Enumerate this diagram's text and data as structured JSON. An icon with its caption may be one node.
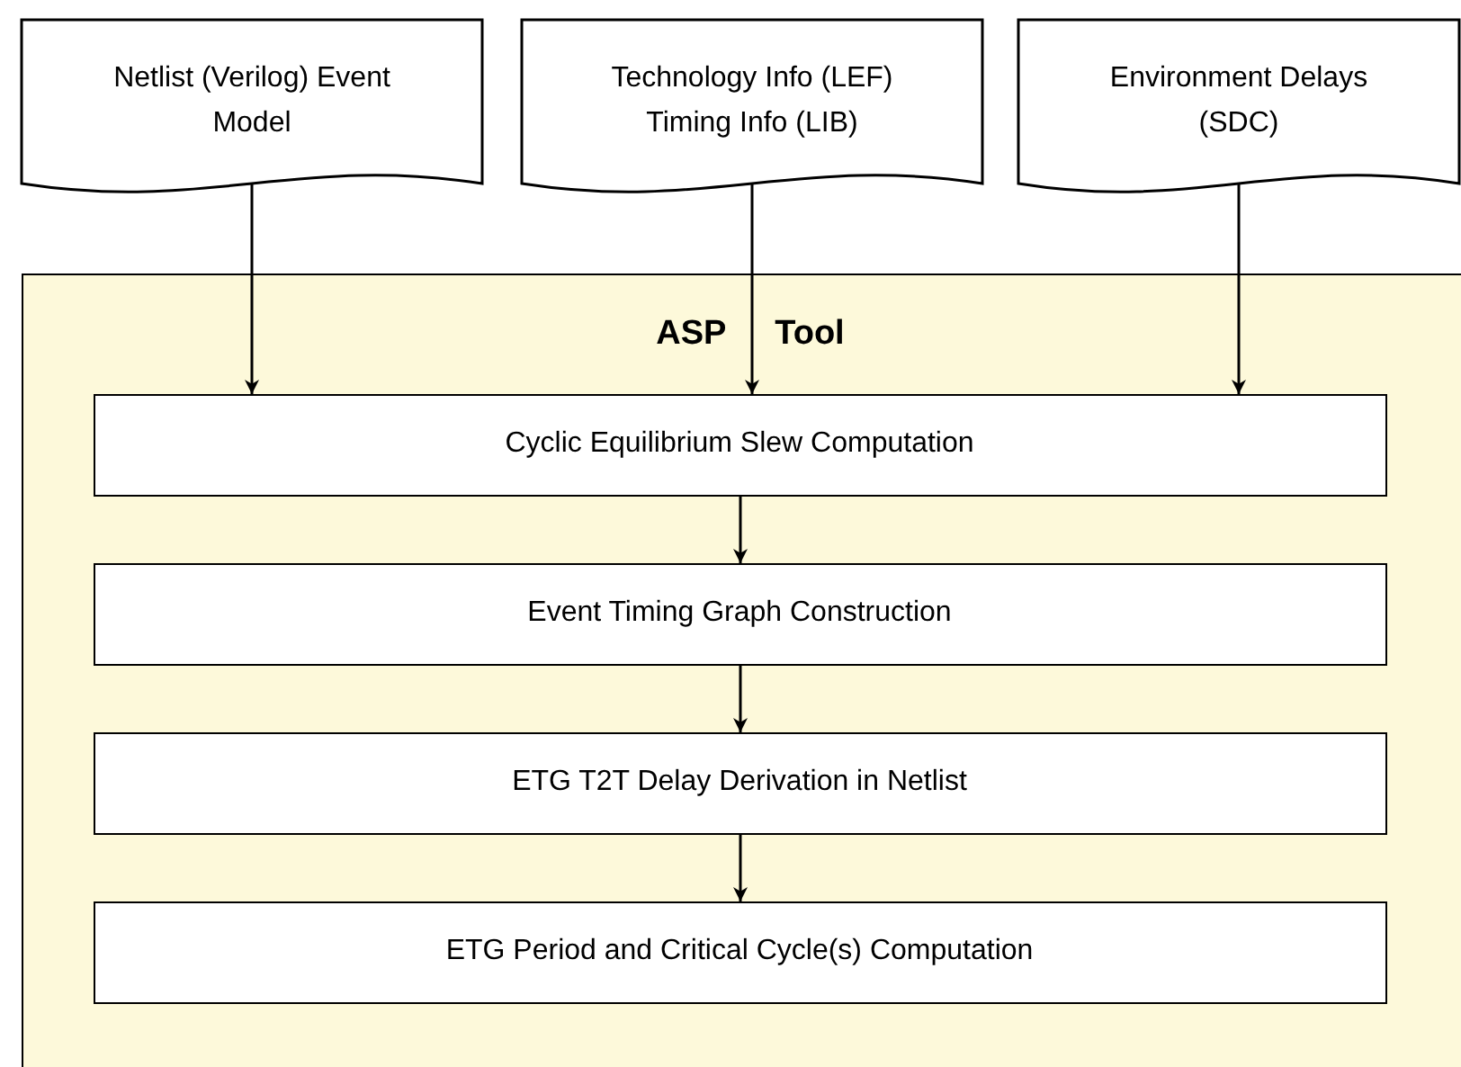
{
  "diagram": {
    "nodes": [
      {
        "text": [
          "Netlist (Verilog) Event Model"
        ]
      },
      {
        "text": [
          "Technology Info (LEF) Timing Info (LIB)"
        ]
      },
      {
        "text": [
          "Environment Delays (SDC)"
        ]
      },
      {
        "text": [
          "ASP Tool"
        ]
      },
      {
        "text": [
          "Cyclic Equilibrium Slew Computation"
        ],
        "in": 3
      },
      {
        "text": [
          "Event Timing Graph Construction"
        ],
        "in": 3
      },
      {
        "text": [
          "ETG T2T Delay Derivation in Netlist"
        ],
        "in": 3
      },
      {
        "text": [
          "ETG Period and Critical Cycle(s) Computation"
        ],
        "in": 3
      }
    ],
    "edges": [
      {
        "from": 0,
        "to": 4,
        "arrow": "to"
      },
      {
        "from": 1,
        "to": 4,
        "arrow": "to"
      },
      {
        "from": 2,
        "to": 4,
        "arrow": "to"
      },
      {
        "from": 4,
        "to": 5,
        "arrow": "to"
      },
      {
        "from": 5,
        "to": 6,
        "arrow": "to"
      },
      {
        "from": 6,
        "to": 7,
        "arrow": "to"
      }
    ]
  }
}
